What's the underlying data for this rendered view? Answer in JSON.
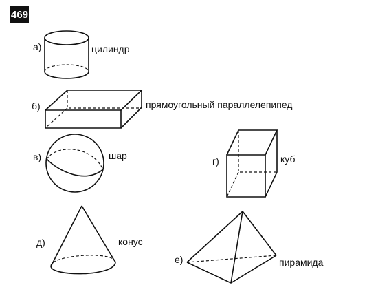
{
  "problem_number": "469",
  "items": {
    "cylinder": {
      "letter": "а)",
      "name": "цилиндр"
    },
    "box": {
      "letter": "б)",
      "name": "прямоугольный параллелепипед"
    },
    "sphere": {
      "letter": "в)",
      "name": "шар"
    },
    "cube": {
      "letter": "г)",
      "name": "куб"
    },
    "cone": {
      "letter": "д)",
      "name": "конус"
    },
    "pyramid": {
      "letter": "е)",
      "name": "пирамида"
    }
  }
}
